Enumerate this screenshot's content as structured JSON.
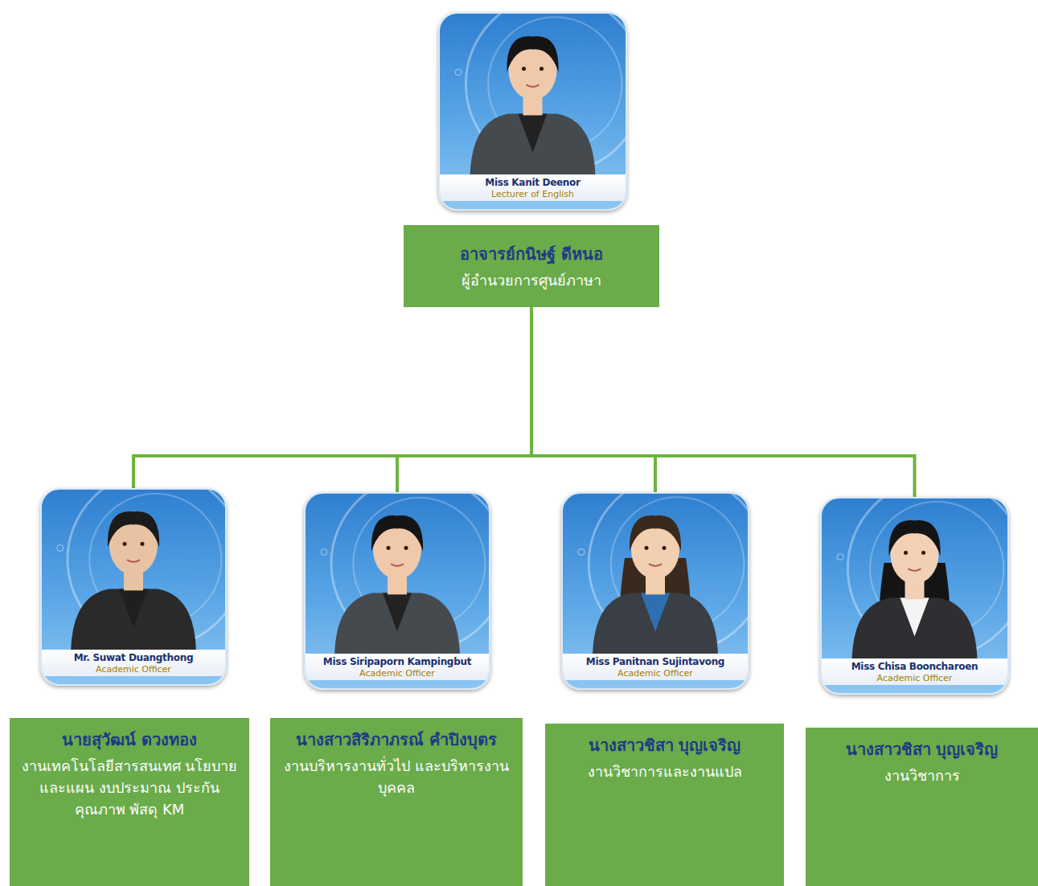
{
  "diagram": {
    "nodes": [
      {
        "text": [
          "Miss Kanit Deenor",
          "Lecturer of English"
        ]
      },
      {
        "text": [
          "อาจารย์กนิษฐ์ ดีหนอ",
          "ผู้อำนวยการศูนย์ภาษา"
        ]
      },
      {
        "text": [
          "Mr. Suwat Duangthong",
          "Academic Officer"
        ]
      },
      {
        "text": [
          "Miss Siripaporn Kampingbut",
          "Academic Officer"
        ]
      },
      {
        "text": [
          "Miss Panitnan Sujintavong",
          "Academic Officer"
        ]
      },
      {
        "text": [
          "Miss Chisa Booncharoen",
          "Academic Officer"
        ]
      },
      {
        "text": [
          "นายสุวัฒน์ ดวงทอง",
          "งานเทคโนโลยีสารสนเทศ นโยบายและแผน งบประมาณ ประกันคุณภาพ พัสดุ KM"
        ]
      },
      {
        "text": [
          "นางสาวสิริภาภรณ์ คำปิงบุตร",
          "งานบริหารงานทั่วไป และบริหารงานบุคคล"
        ]
      },
      {
        "text": [
          "นางสาวชิสา บุญเจริญ",
          "งานวิชาการและงานแปล"
        ]
      },
      {
        "text": [
          "นางสาวชิสา บุญเจริญ",
          "งานวิชาการ"
        ]
      }
    ],
    "edges": [
      {
        "from": 1,
        "to": 2,
        "arrow": "none"
      },
      {
        "from": 1,
        "to": 3,
        "arrow": "none"
      },
      {
        "from": 1,
        "to": 4,
        "arrow": "none"
      },
      {
        "from": 1,
        "to": 5,
        "arrow": "none"
      }
    ]
  }
}
